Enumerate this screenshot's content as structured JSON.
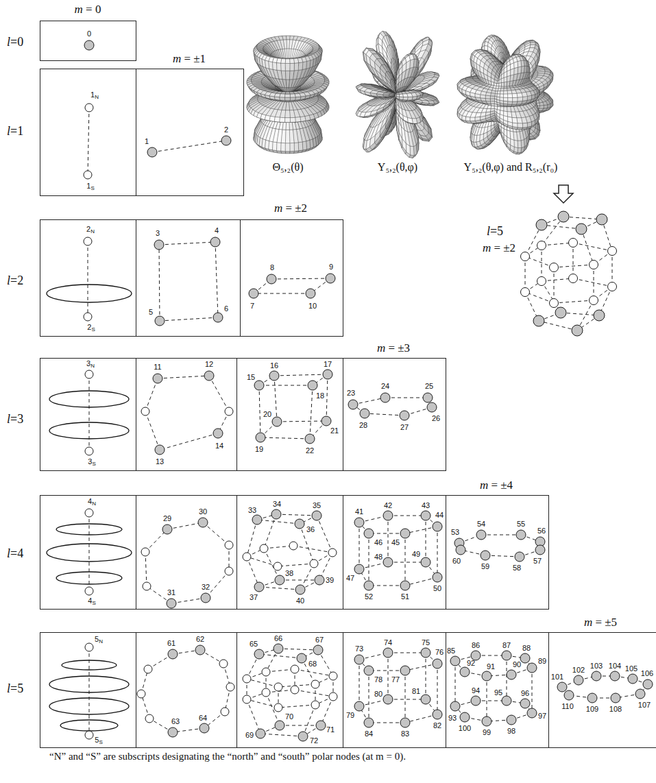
{
  "diagram": {
    "caption": "“N” and “S” are subscripts designating the “north” and “south” polar nodes (at m = 0).",
    "nodes": [
      {
        "text": [
          "0"
        ]
      },
      {
        "text": [
          "1N",
          "1S"
        ]
      },
      {
        "text": [
          "1",
          "2"
        ]
      },
      {
        "text": [
          "2N",
          "2S"
        ]
      },
      {
        "text": [
          "3",
          "4",
          "5",
          "6"
        ]
      },
      {
        "text": [
          "7",
          "8",
          "9",
          "10"
        ]
      },
      {
        "text": [
          "3N",
          "3S"
        ]
      },
      {
        "text": [
          "11",
          "12",
          "13",
          "14"
        ]
      },
      {
        "text": [
          "15",
          "16",
          "17",
          "18",
          "19",
          "20",
          "21",
          "22"
        ]
      },
      {
        "text": [
          "23",
          "24",
          "25",
          "26",
          "27",
          "28"
        ]
      },
      {
        "text": [
          "4N",
          "4S"
        ]
      },
      {
        "text": [
          "29",
          "30",
          "31",
          "32"
        ]
      },
      {
        "text": [
          "33",
          "34",
          "35",
          "36",
          "37",
          "38",
          "39",
          "40"
        ]
      },
      {
        "text": [
          "41",
          "42",
          "43",
          "44",
          "45",
          "46",
          "47",
          "48",
          "49",
          "50",
          "51",
          "52"
        ]
      },
      {
        "text": [
          "53",
          "54",
          "55",
          "56",
          "57",
          "58",
          "59",
          "60"
        ]
      },
      {
        "text": [
          "5N",
          "5S"
        ]
      },
      {
        "text": [
          "61",
          "62",
          "63",
          "64"
        ]
      },
      {
        "text": [
          "65",
          "66",
          "67",
          "68",
          "69",
          "70",
          "71",
          "72"
        ]
      },
      {
        "text": [
          "73",
          "74",
          "75",
          "76",
          "77",
          "78",
          "79",
          "80",
          "81",
          "82",
          "83",
          "84"
        ]
      },
      {
        "text": [
          "85",
          "86",
          "87",
          "88",
          "89",
          "90",
          "91",
          "92",
          "93",
          "94",
          "95",
          "96",
          "97",
          "98",
          "99",
          "100"
        ]
      },
      {
        "text": [
          "101",
          "102",
          "103",
          "104",
          "105",
          "106",
          "107",
          "108",
          "109",
          "110"
        ]
      }
    ],
    "edges": [],
    "labels": [
      "m = 0",
      "l=0",
      "m = ±1",
      "l=1",
      "Θ₅,₂(θ)",
      "Y₅,₂(θ,φ)",
      "Y₅,₂(θ,φ) and R₅,₂(r₀)",
      "m = ±2",
      "l=5",
      "m = ±2",
      "l=2",
      "m = ±3",
      "l=3",
      "m = ±4",
      "l=4",
      "m = ±5",
      "l=5"
    ]
  }
}
